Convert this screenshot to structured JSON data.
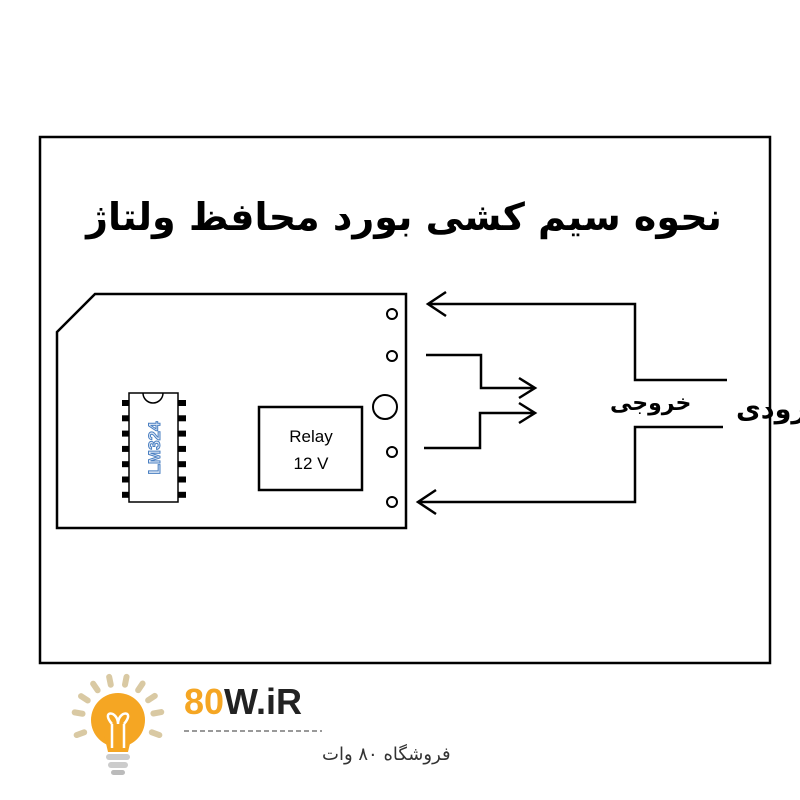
{
  "title": "نحوه سیم کشی بورد محافظ ولتاژ",
  "labels": {
    "output": "خروجی",
    "input": "ورودی",
    "ic": "LM324",
    "relay_line1": "Relay",
    "relay_line2": "12 V"
  },
  "logo": {
    "brand_prefix": "80",
    "brand_suffix": "W.iR",
    "tagline": "فروشگاه ۸۰ وات"
  },
  "colors": {
    "accent": "#f5a623",
    "ic_text": "#4a7fc1",
    "ray": "#d9c9a3"
  }
}
